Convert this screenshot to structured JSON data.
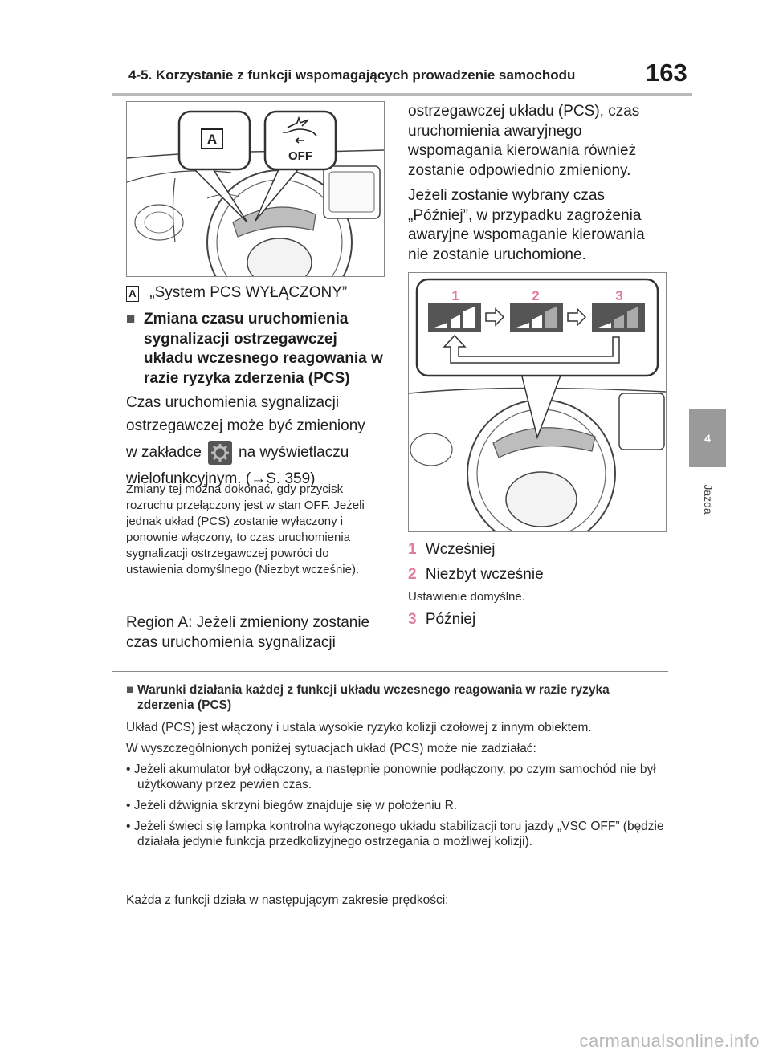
{
  "header": {
    "section_title": "4-5. Korzystanie z funkcji wspomagających prowadzenie samochodu",
    "page_number": "163"
  },
  "side_tab": {
    "chapter": "4",
    "label": "Jazda"
  },
  "figure1": {
    "callout_label": "A",
    "off_label": "OFF"
  },
  "left": {
    "caption_box": "A",
    "caption": "„System PCS WYŁĄCZONY”",
    "heading_bullet": "■",
    "heading": "Zmiana czasu uruchomienia sygnalizacji ostrzegawczej układu wczesnego reagowania w razie ryzyka zderzenia (PCS)",
    "para1_line1": "Czas uruchomienia sygnalizacji",
    "para1_line2": "ostrzegawczej może być zmieniony",
    "para1_line3a": "w zakładce",
    "para1_line3b": "na wyświetlaczu",
    "para1_line4": "wielofunkcyjnym. (→S. 359)",
    "note": "Zmiany tej można dokonać, gdy przycisk rozruchu przełączony jest w stan OFF. Jeżeli jednak układ (PCS) zostanie wyłączony i ponownie włączony, to czas uruchomienia sygnalizacji ostrzegawczej powróci do ustawienia domyślnego (Niezbyt wcześnie).",
    "para2": "Region A: Jeżeli zmieniony zostanie czas uruchomienia sygnalizacji"
  },
  "right": {
    "para_cont": "ostrzegawczej układu (PCS), czas uruchomienia awaryjnego wspomagania kierowania również zostanie odpowiednio zmieniony.",
    "para_late": "Jeżeli zostanie wybrany czas „Później”, w przypadku zagrożenia awaryjne wspomaganie kierowania nie zostanie uruchomione.",
    "options": [
      {
        "num": "1",
        "label": "Wcześniej"
      },
      {
        "num": "2",
        "label": "Niezbyt wcześnie"
      },
      {
        "num": "3",
        "label": "Później"
      }
    ],
    "default_note": "Ustawienie domyślne."
  },
  "figure2": {
    "labels": [
      "1",
      "2",
      "3"
    ]
  },
  "bottom": {
    "heading_bullet": "■",
    "heading": "Warunki działania każdej z funkcji układu wczesnego reagowania w razie ryzyka zderzenia (PCS)",
    "para1": "Układ (PCS) jest włączony i ustala wysokie ryzyko kolizji czołowej z innym obiektem.",
    "para2": "W wyszczególnionych poniżej sytuacjach układ (PCS) może nie zadziałać:",
    "bullets": [
      "• Jeżeli akumulator był odłączony, a następnie ponownie podłączony, po czym samochód nie był użytkowany przez pewien czas.",
      "• Jeżeli dźwignia skrzyni biegów znajduje się w położeniu R.",
      "• Jeżeli świeci się lampka kontrolna wyłączonego układu stabilizacji toru jazdy „VSC OFF” (będzie działała jedynie funkcja przedkolizyjnego ostrzegania o możliwej kolizji)."
    ],
    "para3": "Każda z funkcji działa w następującym zakresie prędkości:"
  },
  "watermark": "carmanualsonline.info",
  "colors": {
    "accent_pink": "#e07d9e",
    "tab_gray": "#9a9a9a"
  }
}
